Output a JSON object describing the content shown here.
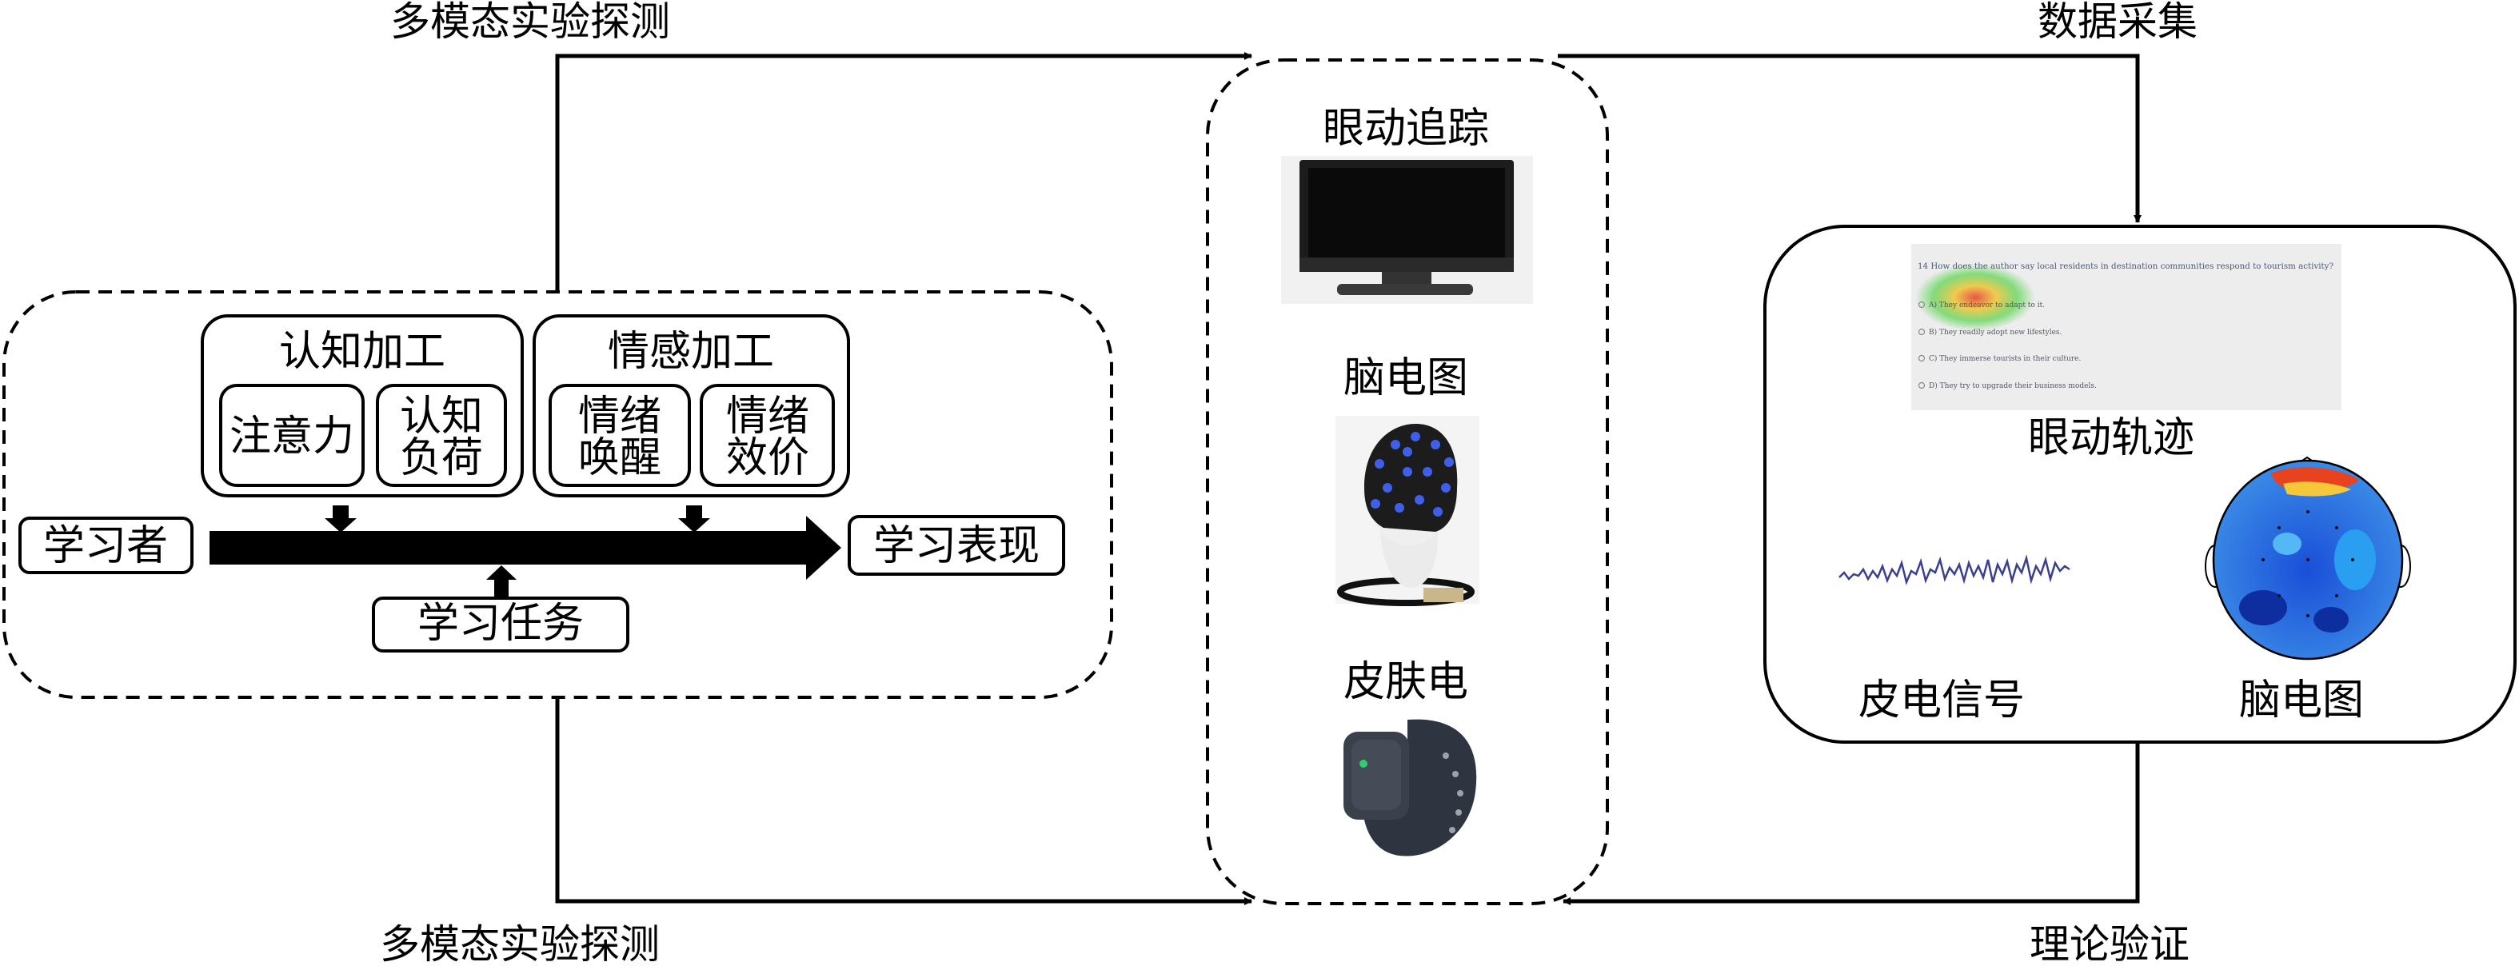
{
  "labels": {
    "top_left": "多模态实验探测",
    "top_right": "数据采集",
    "bottom_left": "多模态实验探测",
    "bottom_right": "理论验证"
  },
  "model": {
    "cognitive": {
      "title": "认知加工",
      "items": [
        "注意力",
        [
          "认知",
          "负荷"
        ]
      ]
    },
    "emotional": {
      "title": "情感加工",
      "items": [
        [
          "情绪",
          "唤醒"
        ],
        [
          "情绪",
          "效价"
        ]
      ]
    },
    "learner": "学习者",
    "task": "学习任务",
    "performance": "学习表现"
  },
  "devices": {
    "eye_tracking": "眼动追踪",
    "eeg": "脑电图",
    "eda": "皮肤电"
  },
  "data": {
    "heatmap_question": "14 How does the author say local residents in destination communities respond to tourism activity?",
    "heatmap_options": [
      "A) They endeavor to adapt to it.",
      "B) They readily adopt new lifestyles.",
      "C) They immerse tourists in their culture.",
      "D) They try to upgrade their business models."
    ],
    "eye_trajectory": "眼动轨迹",
    "eda_signal": "皮电信号",
    "eeg_map": "脑电图"
  }
}
